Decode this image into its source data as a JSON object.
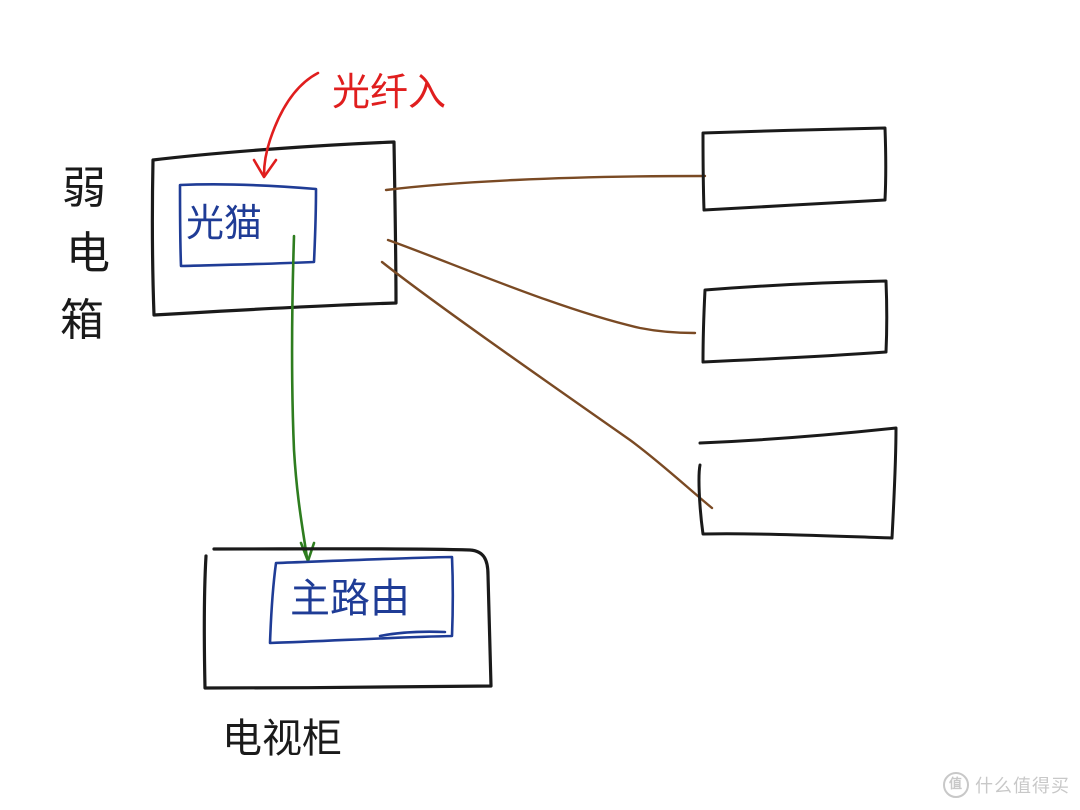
{
  "labels": {
    "weak_box": "弱电箱",
    "optical_in": "光纤入",
    "modem": "光猫",
    "router": "主路由",
    "tv_cabinet": "电视柜"
  },
  "watermark": {
    "text": "什么值得买",
    "logo": "值"
  },
  "colors": {
    "outline": "#1a1a1a",
    "inner_box": "#1f3c96",
    "fiber_arrow": "#e01e1e",
    "uplink": "#2e7d1f",
    "cables": "#7a4a24"
  }
}
